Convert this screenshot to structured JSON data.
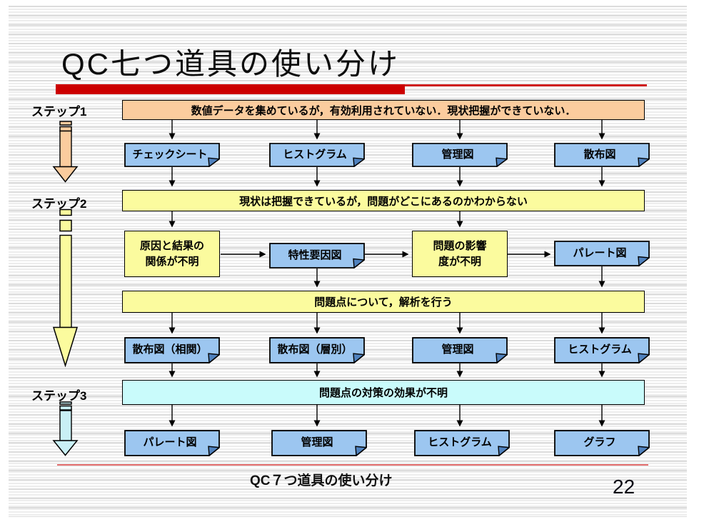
{
  "slide": {
    "title": "QC七つ道具の使い分け",
    "footer_caption": "QC７つ道具の使い分け",
    "page_number": "22"
  },
  "steps": [
    {
      "label": "ステップ1"
    },
    {
      "label": "ステップ2"
    },
    {
      "label": "ステップ3"
    }
  ],
  "flow": {
    "problem_band_step1": "数値データを集めているが，有効利用されていない．現状把握ができていない．",
    "tools_after_step1": [
      "チェックシート",
      "ヒストグラム",
      "管理図",
      "散布図"
    ],
    "problem_band_step2": "現状は把握できているが，問題がどこにあるのかわからない",
    "cause_chain": {
      "cause_unknown": {
        "line1": "原因と結果の",
        "line2": "関係が不明"
      },
      "tool_fishbone": "特性要因図",
      "impact_unknown": {
        "line1": "問題の影響",
        "line2": "度が不明"
      },
      "tool_pareto": "パレート図"
    },
    "analysis_band": "問題点について，解析を行う",
    "tools_for_analysis": [
      "散布図（相関）",
      "散布図（層別）",
      "管理図",
      "ヒストグラム"
    ],
    "problem_band_step3": "問題点の対策の効果が不明",
    "tools_for_check": [
      "パレート図",
      "管理図",
      "ヒストグラム",
      "グラフ"
    ]
  },
  "colors": {
    "title_accent_red": "#cc0000",
    "footer_line_red": "#e06a6a",
    "step1_orange": "#fbcc9e",
    "step2_yellow": "#fbfb9e",
    "step3_cyan": "#c9fbfb",
    "tool_box_blue": "#9cc6f0",
    "fold_corner_blue": "#4f81bd"
  }
}
